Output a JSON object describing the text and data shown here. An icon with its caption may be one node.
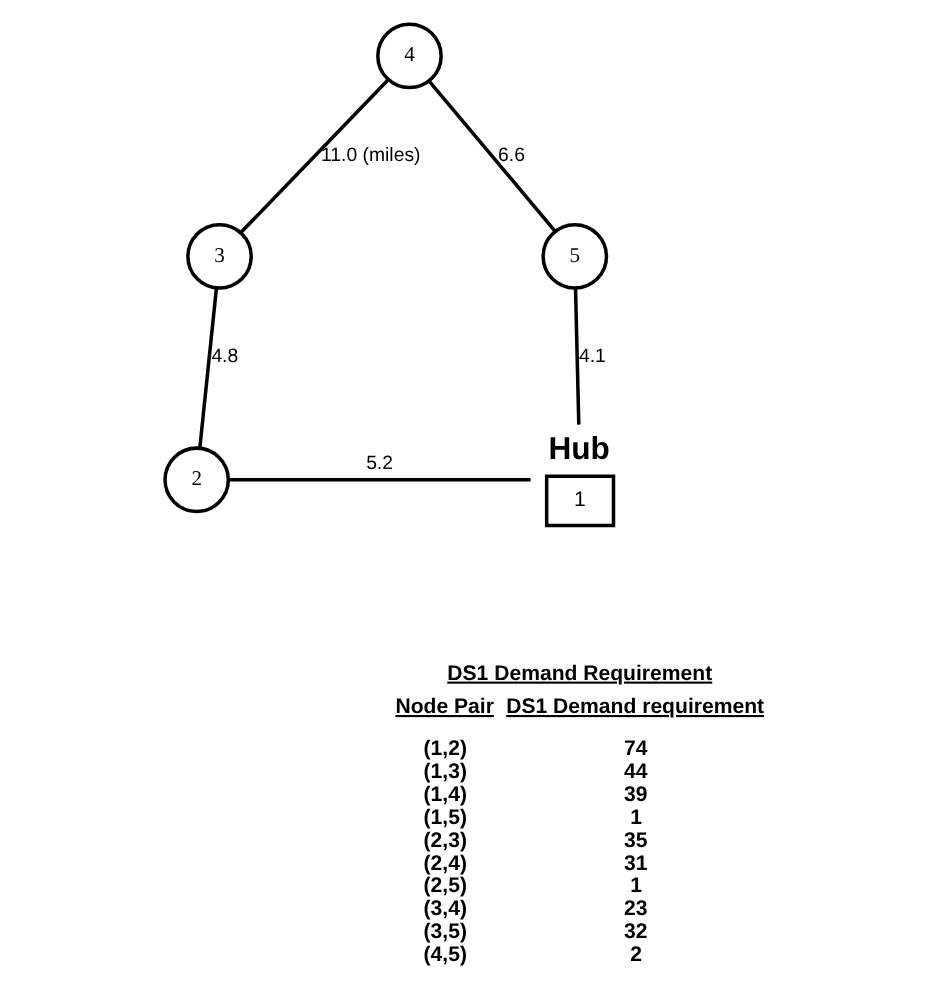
{
  "diagram": {
    "nodes": [
      {
        "text": [
          "4"
        ]
      },
      {
        "text": [
          "3"
        ]
      },
      {
        "text": [
          "5"
        ]
      },
      {
        "text": [
          "Hub",
          "1"
        ]
      },
      {
        "text": [
          "2"
        ]
      }
    ],
    "edges": [
      {
        "from": 1,
        "to": 0,
        "arrow": "none",
        "label": "11.0 (miles)"
      },
      {
        "from": 0,
        "to": 2,
        "arrow": "none",
        "label": "6.6"
      },
      {
        "from": 1,
        "to": 4,
        "arrow": "none",
        "label": "4.8"
      },
      {
        "from": 4,
        "to": 3,
        "arrow": "none",
        "label": "5.2"
      },
      {
        "from": 3,
        "to": 2,
        "arrow": "none",
        "label": "4.1"
      }
    ],
    "labels": [
      "DS1 Demand Requirement",
      "Node Pair",
      "DS1 Demand requirement",
      "(1,2)",
      "74",
      "(1,3)",
      "44",
      "(1,4)",
      "39",
      "(1,5)",
      "1",
      "(2,3)",
      "35",
      "(2,4)",
      "31",
      "(2,5)",
      "1",
      "(3,4)",
      "23",
      "(3,5)",
      "32",
      "(4,5)",
      "2"
    ]
  }
}
